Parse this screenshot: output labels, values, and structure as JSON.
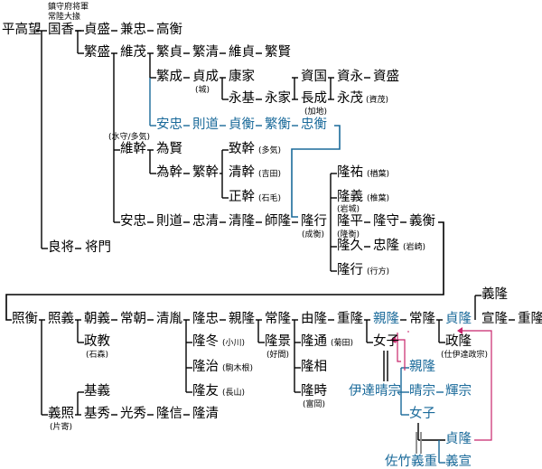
{
  "colors": {
    "blue": "#1a6a9a",
    "pink": "#c8266c",
    "gray": "#888888",
    "black": "#000000"
  },
  "titles": {
    "t1": "鎮守府将軍",
    "t2": "常陸大掾"
  },
  "names": {
    "heitakamochi": "平高望",
    "kunika": "国香",
    "yoshimochi": "良将",
    "masakado": "将門",
    "sadamori": "貞盛",
    "shigemori": "繁盛",
    "kanetada": "兼忠",
    "takahira1": "高衡",
    "koremochi": "維茂",
    "shigesada": "繁貞",
    "shigekiyo": "繁清",
    "koresada": "維貞",
    "shigekata": "繁賢",
    "shigenari": "繁成",
    "sadanari": "貞成",
    "yasuie": "康家",
    "sukekuni": "資国",
    "sukenaga": "資永",
    "sukemori": "資盛",
    "nagamoto": "永基",
    "nagaie": "永家",
    "nagashige": "長成",
    "nagashige2": "永茂",
    "yasutada1": "安忠",
    "norimichi1": "則道",
    "sadahira": "貞衡",
    "shigehira": "繁衡",
    "tadahira": "忠衡",
    "koremoto": "維幹",
    "tamemasa": "為賢",
    "tamemoto": "為幹",
    "shigemoto": "繁幹",
    "munemoto": "致幹",
    "kiyomoto": "清幹",
    "masamoto": "正幹",
    "yasutada2": "安忠",
    "norimichi2": "則道",
    "tadakiyo": "忠清",
    "kiyotaka": "清隆",
    "morotaka": "師隆",
    "takayuki1": "隆行",
    "takasuke": "隆祐",
    "takayoshi": "隆義",
    "takahira2": "隆平",
    "takamori": "隆守",
    "yoshihira": "義衡",
    "takahisa": "隆久",
    "tadataka": "忠隆",
    "takayuki2": "隆行",
    "terahira": "照衡",
    "teruyoshi": "照義",
    "tomoyoshi": "朝義",
    "tsunetomo": "常朝",
    "kiyonori": "清胤",
    "takatada": "隆忠",
    "chikataka": "親隆",
    "tsunetaka1": "常隆",
    "yoshitaka1": "由隆",
    "shigetaka": "重隆",
    "chikataka2": "親隆",
    "tsunetaka2": "常隆",
    "sadataka1": "貞隆",
    "yoshitaka2": "義隆",
    "nobutaka": "宣隆",
    "shigetaka2": "重隆",
    "masanori": "政教",
    "takafuyu": "隆冬",
    "takakage": "隆景",
    "takamichi": "隆通",
    "takasuke2": "隆相",
    "takaharu": "隆治",
    "takatomo": "隆友",
    "takatoki": "隆時",
    "onna1": "女子",
    "masataka": "政隆",
    "chikataka3": "親隆",
    "harumune1": "晴宗",
    "terumune": "輝宗",
    "onna2": "女子",
    "datemune": "伊達晴宗",
    "sadataka2": "貞隆",
    "satake": "佐竹義重",
    "yoshinobu": "義宣",
    "yoshiteru": "義照",
    "motoyoshi": "基義",
    "motohide": "基秀",
    "mitsuhide": "光秀",
    "takanobu": "隆信",
    "takakiyo": "隆清"
  },
  "notes": {
    "shiro": "(城)",
    "kachi": "(加地)",
    "sibon": "(資茂)",
    "suishu": "(水守/多気)",
    "taki": "(多気)",
    "yoshida": "(吉田)",
    "ishige": "(石毛)",
    "narie": "(成衡)",
    "narashi": "(楢葉)",
    "iwaki": "(岩城)",
    "shiraha": "(椎葉)",
    "taka": "(隆衡)",
    "iwasaki": "(岩崎)",
    "yukikata": "(行方)",
    "ishimori": "(石森)",
    "ogawa": "(小川)",
    "kujiki": "(駒木根)",
    "nagayama": "(長山)",
    "kakuda": "(菊田)",
    "katayose": "(片寄)",
    "yoshima": "(好間)",
    "koma": "(富岡)",
    "date": "(仕伊達政宗)"
  }
}
